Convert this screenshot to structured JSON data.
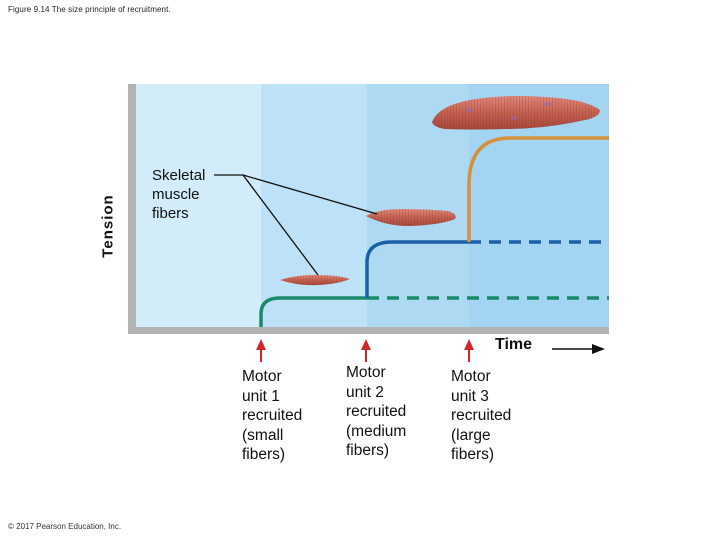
{
  "caption": "Figure 9.14 The size principle of recruitment.",
  "copyright": "© 2017 Pearson Education, Inc.",
  "y_axis_label": "Tension",
  "x_axis_label": "Time",
  "fiber_label": [
    "Skeletal",
    "muscle",
    "fibers"
  ],
  "motor_units": [
    {
      "lines": [
        "Motor",
        "unit 1",
        "recruited",
        "(small",
        "fibers)"
      ],
      "color": "#1a8a6b"
    },
    {
      "lines": [
        "Motor",
        "unit 2",
        "recruited",
        "(medium",
        "fibers)"
      ],
      "color": "#1a5fa8"
    },
    {
      "lines": [
        "Motor",
        "unit 3",
        "recruited",
        "(large",
        "fibers)"
      ],
      "color": "#d4913a"
    }
  ],
  "colors": {
    "background_light": "#d3ecfa",
    "background_mid": "#bde1f6",
    "background_dark": "#a3d4f1",
    "axis_gray": "#b3b3b3",
    "arrow_red": "#cc2a2a",
    "fiber_fill": "#c76a5e"
  }
}
